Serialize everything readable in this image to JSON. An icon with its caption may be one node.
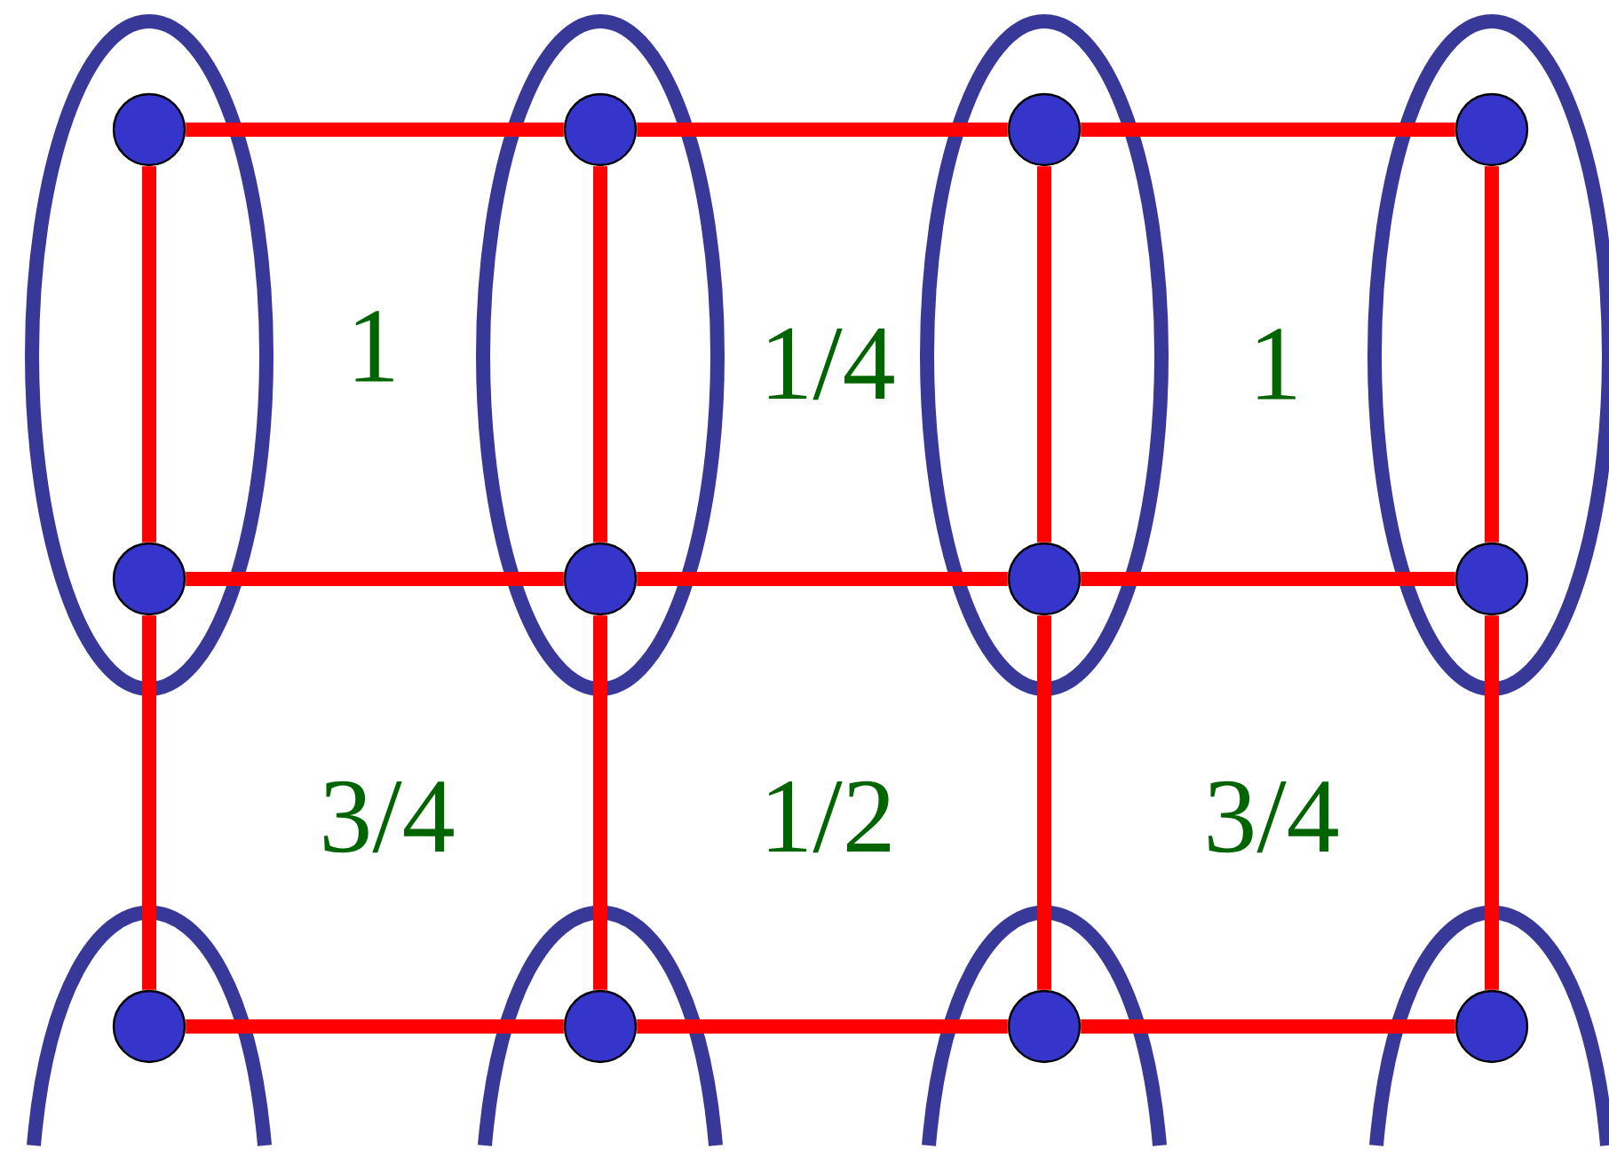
{
  "diagram": {
    "nodes": [
      {
        "text": [],
        "shape": "circle"
      },
      {
        "text": [],
        "shape": "circle"
      },
      {
        "text": [],
        "shape": "circle"
      },
      {
        "text": [],
        "shape": "circle"
      },
      {
        "text": [],
        "shape": "circle"
      },
      {
        "text": [],
        "shape": "circle"
      },
      {
        "text": [],
        "shape": "circle"
      },
      {
        "text": [],
        "shape": "circle"
      },
      {
        "text": [],
        "shape": "circle"
      },
      {
        "text": [],
        "shape": "circle"
      },
      {
        "text": [],
        "shape": "circle"
      },
      {
        "text": [],
        "shape": "circle"
      }
    ],
    "edges": [
      {
        "from": 0,
        "to": 1,
        "arrow": "none"
      },
      {
        "from": 1,
        "to": 2,
        "arrow": "none"
      },
      {
        "from": 2,
        "to": 3,
        "arrow": "none"
      },
      {
        "from": 4,
        "to": 5,
        "arrow": "none"
      },
      {
        "from": 5,
        "to": 6,
        "arrow": "none"
      },
      {
        "from": 6,
        "to": 7,
        "arrow": "none"
      },
      {
        "from": 8,
        "to": 9,
        "arrow": "none"
      },
      {
        "from": 9,
        "to": 10,
        "arrow": "none"
      },
      {
        "from": 10,
        "to": 11,
        "arrow": "none"
      },
      {
        "from": 0,
        "to": 4,
        "arrow": "none"
      },
      {
        "from": 4,
        "to": 8,
        "arrow": "none"
      },
      {
        "from": 1,
        "to": 5,
        "arrow": "none"
      },
      {
        "from": 5,
        "to": 9,
        "arrow": "none"
      },
      {
        "from": 2,
        "to": 6,
        "arrow": "none"
      },
      {
        "from": 6,
        "to": 10,
        "arrow": "none"
      },
      {
        "from": 3,
        "to": 7,
        "arrow": "none"
      },
      {
        "from": 7,
        "to": 11,
        "arrow": "none"
      }
    ],
    "labels": [
      "1",
      "1/4",
      "1",
      "3/4",
      "1/2",
      "3/4"
    ]
  }
}
